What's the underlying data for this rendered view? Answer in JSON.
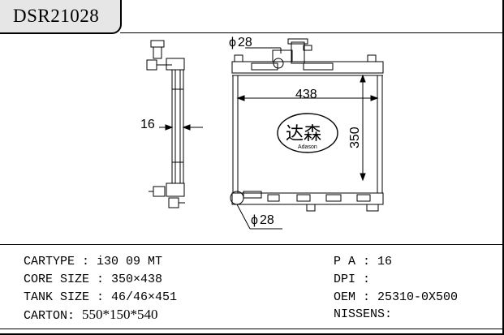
{
  "part_number": "DSR21028",
  "dimensions": {
    "core_width": "438",
    "core_height": "350",
    "thickness": "16",
    "inlet_diameter": "28",
    "outlet_diameter": "28",
    "diameter_symbol": "ϕ"
  },
  "logo": {
    "characters": "达森",
    "brand": "Adason"
  },
  "specs_left": [
    {
      "label": "CARTYPE",
      "sep": " : ",
      "value": "i30 09 MT"
    },
    {
      "label": "CORE SIZE",
      "sep": " : ",
      "value": "350×438"
    },
    {
      "label": "TANK SIZE",
      "sep": " : ",
      "value": "46/46×451"
    },
    {
      "label": "CARTON",
      "sep": ": ",
      "value": "550*150*540"
    }
  ],
  "specs_right": [
    {
      "label": "P A",
      "sep": " : ",
      "value": "16"
    },
    {
      "label": "DPI",
      "sep": " : ",
      "value": ""
    },
    {
      "label": "OEM",
      "sep": " : ",
      "value": "25310-0X500"
    },
    {
      "label": "NISSENS",
      "sep": ":",
      "value": ""
    }
  ]
}
